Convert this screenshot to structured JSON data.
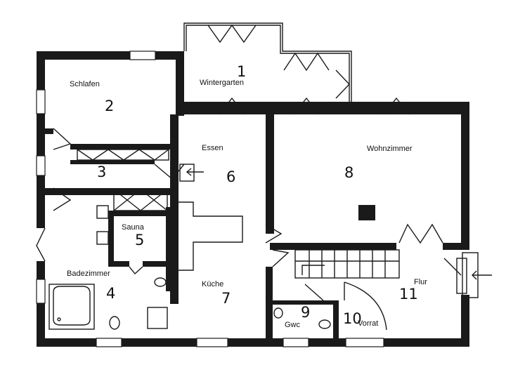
{
  "rooms": [
    {
      "id": "wintergarten",
      "number": "1",
      "name": "Wintergarten"
    },
    {
      "id": "schlafen",
      "number": "2",
      "name": "Schlafen"
    },
    {
      "id": "closet",
      "number": "3",
      "name": ""
    },
    {
      "id": "badezimmer",
      "number": "4",
      "name": "Badezimmer"
    },
    {
      "id": "sauna",
      "number": "5",
      "name": "Sauna"
    },
    {
      "id": "essen",
      "number": "6",
      "name": "Essen"
    },
    {
      "id": "kueche",
      "number": "7",
      "name": "Küche"
    },
    {
      "id": "wohnzimmer",
      "number": "8",
      "name": "Wohnzimmer"
    },
    {
      "id": "gwc",
      "number": "9",
      "name": "Gwc"
    },
    {
      "id": "vorrat",
      "number": "10",
      "name": "Vorrat"
    },
    {
      "id": "flur",
      "number": "11",
      "name": "Flur"
    }
  ],
  "entrances": [
    {
      "id": "main-entrance",
      "icon": "arrow-left-icon"
    },
    {
      "id": "side-entrance",
      "icon": "arrow-left-icon"
    }
  ]
}
